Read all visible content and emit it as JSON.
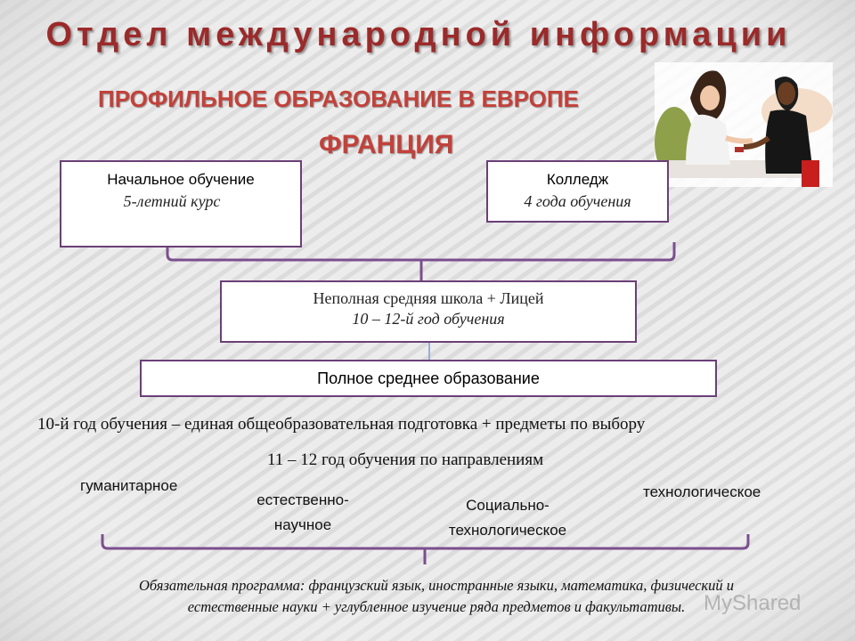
{
  "header": {
    "title": "Отдел международной информации",
    "subtitle": "ПРОФИЛЬНОЕ ОБРАЗОВАНИЕ В ЕВРОПЕ",
    "country": "ФРАНЦИЯ"
  },
  "boxes": {
    "primary": {
      "title": "Начальное обучение",
      "detail": "5-летний курс"
    },
    "college": {
      "title": "Колледж",
      "detail": "4 года обучения"
    },
    "lyceum": {
      "title": "Неполная средняя школа + Лицей",
      "detail": "10 – 12-й год обучения"
    },
    "full": {
      "title": "Полное среднее образование"
    }
  },
  "text": {
    "year10": "10-й год обучения – единая общеобразовательная подготовка + предметы по выбору",
    "years11_12": "11 – 12 год обучения по направлениям"
  },
  "directions": {
    "humanities": "гуманитарное",
    "science_line1": "естественно-",
    "science_line2": "научное",
    "social_line1": "Социально-",
    "social_line2": "технологическое",
    "tech": "технологическое"
  },
  "footer": {
    "line1": "Обязательная программа: французский язык, иностранные языки, математика, физический и",
    "line2": "естественные  науки + углубленное изучение ряда предметов и факультативы."
  },
  "watermark": "MyShared",
  "colors": {
    "title": "#9b2a2a",
    "accent": "#c2413a",
    "frame": "#6b3f78",
    "bracket": "#7b4f8e"
  }
}
